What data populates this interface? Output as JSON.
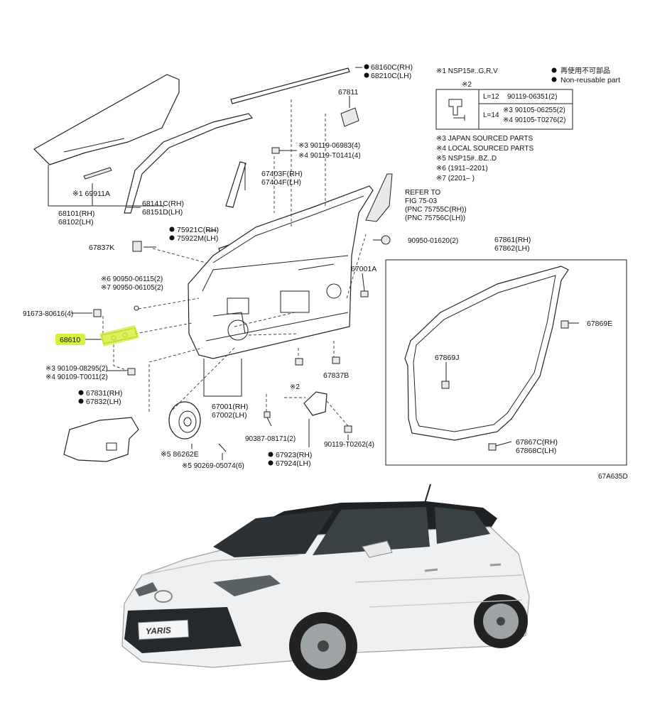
{
  "diagram_code": "67A635D",
  "notes": {
    "n1": "※1 NSP15#..G,R,V",
    "legend_jp": "再使用不可部品",
    "legend_en": "Non-reusable part",
    "n2_header": "※2",
    "n2_row1_len": "L=12",
    "n2_row1_part": "90119-06351(2)",
    "n2_row2_len": "L=14",
    "n2_row2_part_a": "※3 90105-06255(2)",
    "n2_row2_part_b": "※4 90105-T0276(2)",
    "n3": "※3 JAPAN SOURCED PARTS",
    "n4": "※4 LOCAL SOURCED PARTS",
    "n5": "※5 NSP15#..BZ..D",
    "n6": "※6 (1911–2201)",
    "n7": "※7 (2201–       )"
  },
  "labels": {
    "p68160": "68160C(RH)",
    "p68210": "68210C(LH)",
    "p67811": "67811",
    "p90119_a": "※3 90119-06983(4)",
    "p90119_b": "※4 90119-T0141(4)",
    "p67403": "67403F(RH)",
    "p67404": "67404F(LH)",
    "refer1": "REFER TO",
    "refer2": "FIG 75-03",
    "refer3": "(PNC 75755C(RH))",
    "refer4": "(PNC 75756C(LH))",
    "p169911": "※1 69911A",
    "p68101": "68101(RH)",
    "p68102": "68102(LH)",
    "p68141": "68141C(RH)",
    "p68151": "68151D(LH)",
    "p75921": "75921C(RH)",
    "p75922": "75922M(LH)",
    "p67837k": "67837K",
    "p90950_b": "90950-01620(2)",
    "p67861": "67861(RH)",
    "p67862": "67862(LH)",
    "p67001a": "67001A",
    "p90950_a1": "※6 90950-06115(2)",
    "p90950_a2": "※7 90950-06105(2)",
    "p91673": "91673-80616(4)",
    "p68610": "68610",
    "p67869e": "67869E",
    "p67869j": "67869J",
    "p90109_a": "※3 90109-08295(2)",
    "p90109_b": "※4 90109-T0011(2)",
    "p67837b": "67837B",
    "star2": "※2",
    "p67831": "67831(RH)",
    "p67832": "67832(LH)",
    "p67001": "67001(RH)",
    "p67002": "67002(LH)",
    "p90387": "90387-08171(2)",
    "p90119_c": "90119-T0262(4)",
    "p86262": "※5 86262E",
    "p90269": "※5 90269-05074(6)",
    "p67923": "67923(RH)",
    "p67924": "67924(LH)",
    "p67867": "67867C(RH)",
    "p67868": "67868C(LH)"
  },
  "highlight_color": "#d8ef3c",
  "car": {
    "badge": "YARIS",
    "body_color": "#f1f2f2",
    "roof_color": "#1f2224"
  }
}
